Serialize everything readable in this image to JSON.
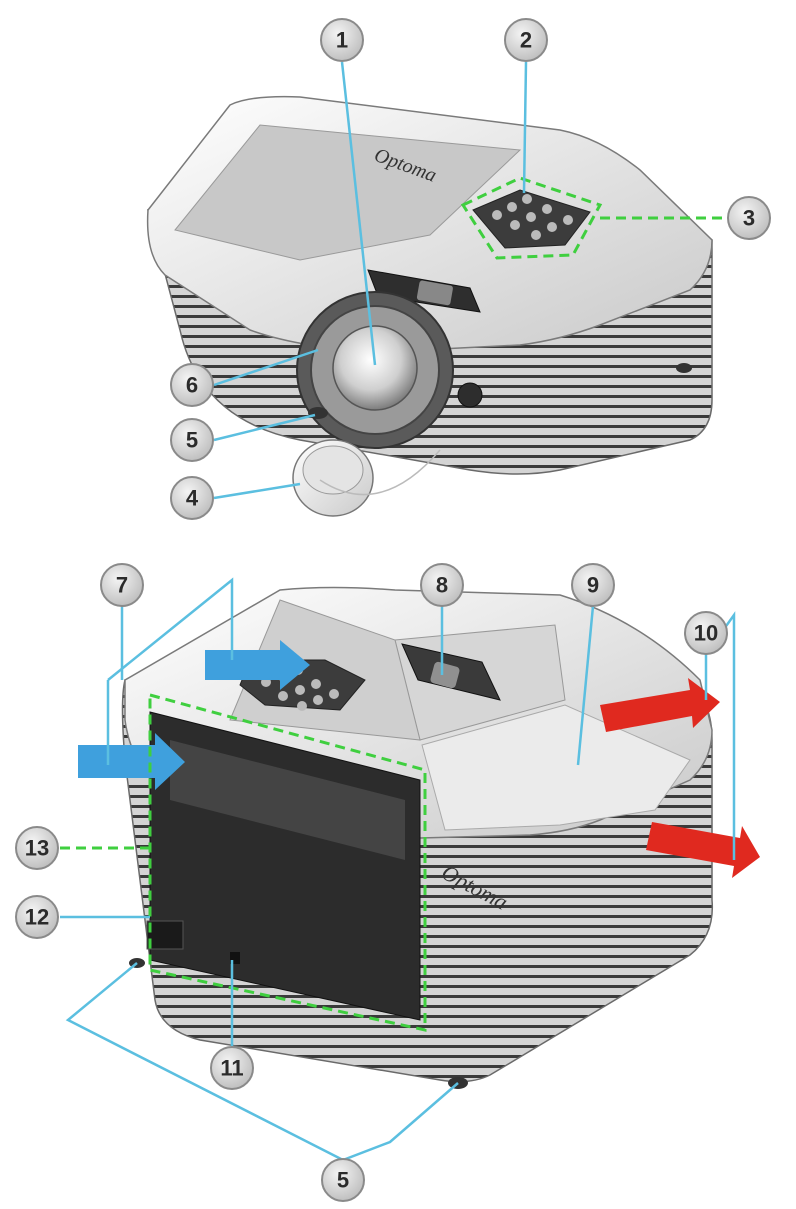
{
  "brand": "Optoma",
  "callouts": [
    {
      "label": "1"
    },
    {
      "label": "2"
    },
    {
      "label": "3"
    },
    {
      "label": "6"
    },
    {
      "label": "5"
    },
    {
      "label": "4"
    },
    {
      "label": "7"
    },
    {
      "label": "8"
    },
    {
      "label": "9"
    },
    {
      "label": "10"
    },
    {
      "label": "13"
    },
    {
      "label": "12"
    },
    {
      "label": "11"
    },
    {
      "label": "5"
    }
  ],
  "colors": {
    "leader_line": "#5bbfe0",
    "highlight_dashed": "#3fcf3f",
    "airflow_in": "#3fa0dd",
    "airflow_out": "#e0291f",
    "callout_fill": "#d9d9d9"
  },
  "icons": [
    "projector-top-view",
    "projector-rear-view",
    "lens-cap",
    "air-intake-arrow",
    "air-exhaust-arrow"
  ]
}
